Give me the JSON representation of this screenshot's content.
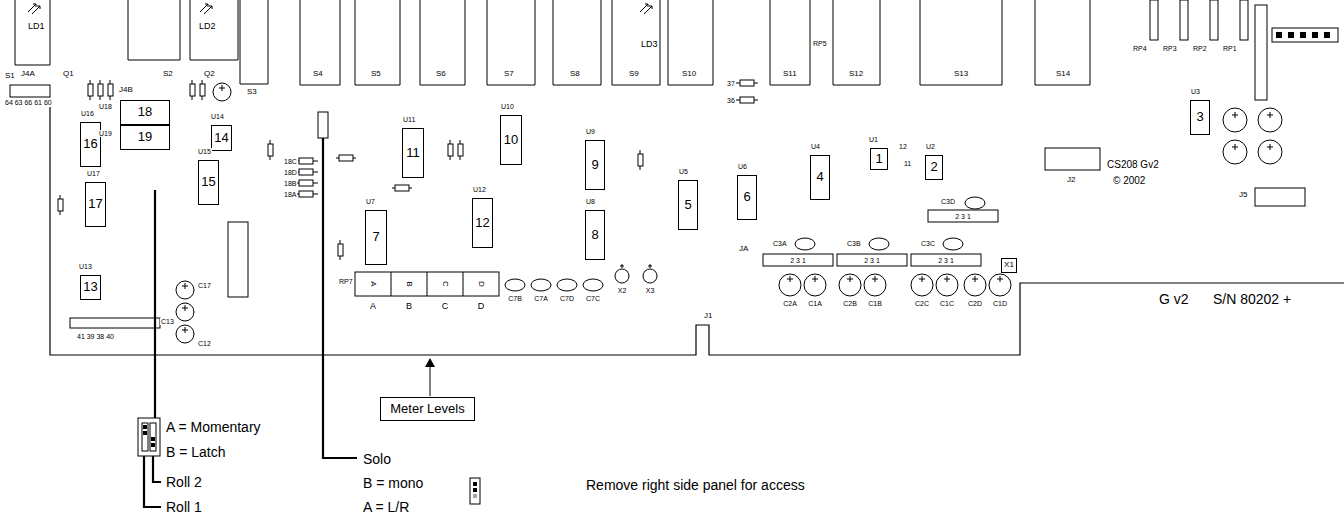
{
  "diagram": {
    "nodes": [
      {
        "text": [
          "18"
        ]
      },
      {
        "text": [
          "19"
        ]
      },
      {
        "text": [
          "16"
        ]
      },
      {
        "text": [
          "14"
        ]
      },
      {
        "text": [
          "3"
        ]
      },
      {
        "text": [
          "10"
        ]
      },
      {
        "text": [
          "11"
        ]
      },
      {
        "text": [
          "4"
        ]
      },
      {
        "text": [
          "1"
        ]
      },
      {
        "text": [
          "2"
        ]
      },
      {
        "text": [
          "15"
        ]
      },
      {
        "text": [
          "9"
        ]
      },
      {
        "text": [
          "6"
        ]
      },
      {
        "text": [
          "5"
        ]
      },
      {
        "text": [
          "17"
        ]
      },
      {
        "text": [
          "12"
        ]
      },
      {
        "text": [
          "8"
        ]
      },
      {
        "text": [
          "7"
        ]
      },
      {
        "text": [
          "13"
        ]
      },
      {
        "text": [
          "X1"
        ]
      },
      {
        "text": [
          "Meter Levels"
        ]
      }
    ],
    "labels": [
      "LD1",
      "LD2",
      "LD3",
      "J4A",
      "Q1",
      "64 63 66 61 60",
      "J4B",
      "Q2",
      "S1",
      "S2",
      "S3",
      "S4",
      "S5",
      "S6",
      "S7",
      "S8",
      "S9",
      "S10",
      "S11",
      "S12",
      "S13",
      "S14",
      "RP5",
      "RP4",
      "RP3",
      "RP2",
      "RP1",
      "U16",
      "U18",
      "U19",
      "U14",
      "U15",
      "U17",
      "U13",
      "U11",
      "U10",
      "U9",
      "U8",
      "U12",
      "U7",
      "U5",
      "U6",
      "U4",
      "U1",
      "U2",
      "U3",
      "J1",
      "J2",
      "J5",
      "JA",
      "CS208 Gv2",
      "© 2002",
      "G v2",
      "S/N 80202 +",
      "41 39 38 40",
      "RP7",
      "A",
      "B",
      "C",
      "D",
      "A",
      "B",
      "C",
      "D",
      "2 3 1",
      "2 3 1",
      "2 3 1",
      "2 3 1",
      "C2A",
      "C1A",
      "C2B",
      "C1B",
      "C2C",
      "C1C",
      "C2D",
      "C1D",
      "C3A",
      "C3B",
      "C3C",
      "C3D",
      "C7B",
      "C7A",
      "C7D",
      "C7C",
      "X2",
      "X3",
      "37",
      "36",
      "12",
      "11",
      "18C",
      "18D",
      "18B",
      "18A",
      "C17",
      "C13",
      "C12",
      "A = Momentary",
      "B = Latch",
      "Roll 2",
      "Roll 1",
      "Solo",
      "B = mono",
      "A = L/R",
      "Remove right side panel for access"
    ]
  }
}
